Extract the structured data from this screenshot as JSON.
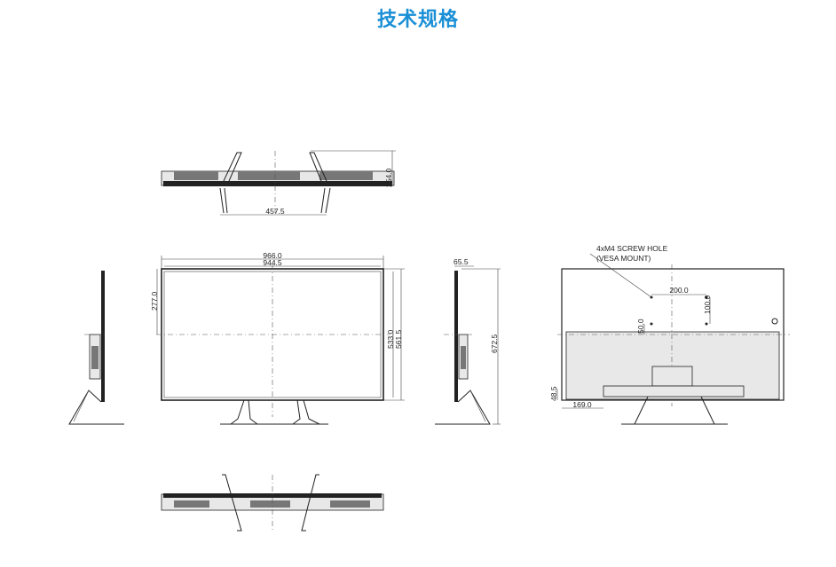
{
  "header": {
    "title": "技术规格"
  },
  "dimensions": {
    "top_stand_depth": "254.0",
    "top_stand_width": "457.5",
    "front_width_overall": "966.0",
    "front_width_inner": "944.5",
    "front_bottom_to_center": "277.0",
    "front_height_inner": "533.0",
    "front_height_panel": "561.5",
    "side_depth": "65.5",
    "side_total_height": "672.5",
    "back_screw_label_1": "4xM4 SCREW HOLE",
    "back_screw_label_2": "(VESA MOUNT)",
    "back_vesa_h": "200.0",
    "back_vesa_v": "100.0",
    "back_vesa_offset": "50.0",
    "back_stand_height": "48.5",
    "back_stand_offset": "169.0"
  }
}
